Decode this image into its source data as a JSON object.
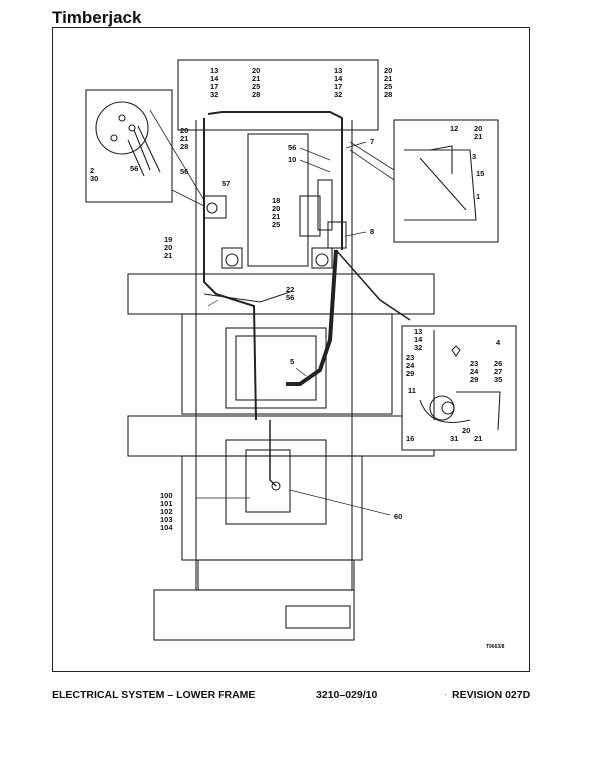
{
  "header": {
    "brand": "Timberjack"
  },
  "footer": {
    "title": "ELECTRICAL SYSTEM – LOWER FRAME",
    "code": "3210–029/10",
    "separator": "·",
    "revision": "REVISION 027D"
  },
  "figure_id": "T9663/8",
  "callouts": {
    "top_left_group": [
      "13",
      "14",
      "17",
      "32"
    ],
    "top_left_group_b": [
      "20",
      "21",
      "25",
      "28"
    ],
    "top_right_group": [
      "13",
      "14",
      "17",
      "32"
    ],
    "top_right_group_b": [
      "20",
      "21",
      "25",
      "28"
    ],
    "c7": "7",
    "c56_top": "56",
    "c10": "10",
    "c18_group": [
      "18",
      "20",
      "21",
      "25"
    ],
    "c8": "8",
    "c20_21_28": [
      "20",
      "21",
      "28"
    ],
    "c56_left": "56",
    "c57": "57",
    "c19_group": [
      "19",
      "20",
      "21"
    ],
    "c22_56": [
      "22",
      "56"
    ],
    "c5": "5",
    "c100_group": [
      "100",
      "101",
      "102",
      "103",
      "104"
    ],
    "c60": "60",
    "inset_tl": {
      "c2_30": [
        "2",
        "30"
      ],
      "c56": "56"
    },
    "inset_tr": {
      "c12": "12",
      "c20_21": [
        "20",
        "21"
      ],
      "c3": "3",
      "c15": "15",
      "c1": "1"
    },
    "inset_br": {
      "c13_group": [
        "13",
        "14",
        "32"
      ],
      "c4": "4",
      "c23_group_l": [
        "23",
        "24",
        "29"
      ],
      "c23_group_r": [
        "23",
        "24",
        "29"
      ],
      "c26_group": [
        "26",
        "27",
        "35"
      ],
      "c11": "11",
      "c16": "16",
      "c20_21": [
        "20",
        "21"
      ],
      "c31": "31"
    }
  }
}
